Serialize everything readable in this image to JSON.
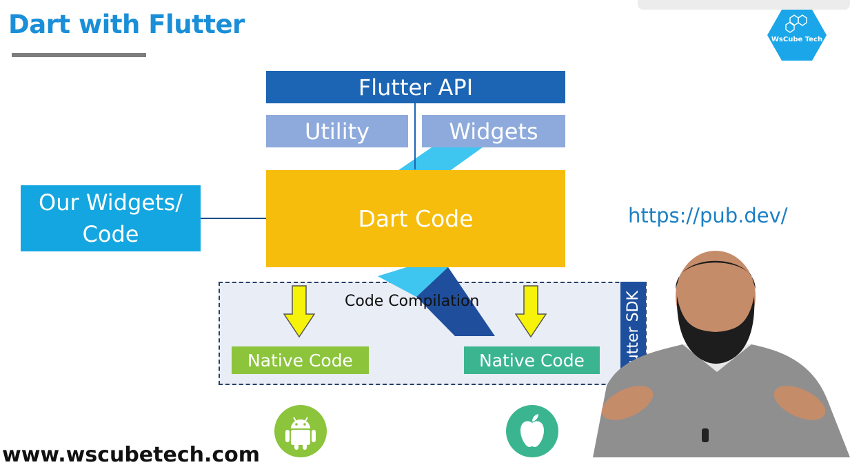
{
  "slide": {
    "title": "Dart with Flutter",
    "website": "www.wscubetech.com",
    "logo_text": "WsCube Tech"
  },
  "diagram": {
    "flutter_api": "Flutter API",
    "utility": "Utility",
    "widgets": "Widgets",
    "dart_code": "Dart Code",
    "our_widgets": "Our Widgets/ Code",
    "code_compilation": "Code Compilation",
    "native_code_android": "Native Code",
    "native_code_ios": "Native Code",
    "flutter_sdk": "Flutter SDK",
    "pub_url": "https://pub.dev/"
  },
  "colors": {
    "title": "#1a8fd8",
    "flutter_api": "#1b65b4",
    "secondary": "#8eaadc",
    "dart_code": "#f6bd0d",
    "our_widgets": "#14a6e0",
    "android_green": "#8cc43c",
    "ios_teal": "#3bb58f",
    "flutter_sdk": "#1e4f9c",
    "arrow_yellow": "#f6f20a"
  },
  "icons": [
    "android-icon",
    "apple-icon",
    "flutter-logo-icon",
    "down-arrow-icon",
    "wscube-logo-icon"
  ]
}
